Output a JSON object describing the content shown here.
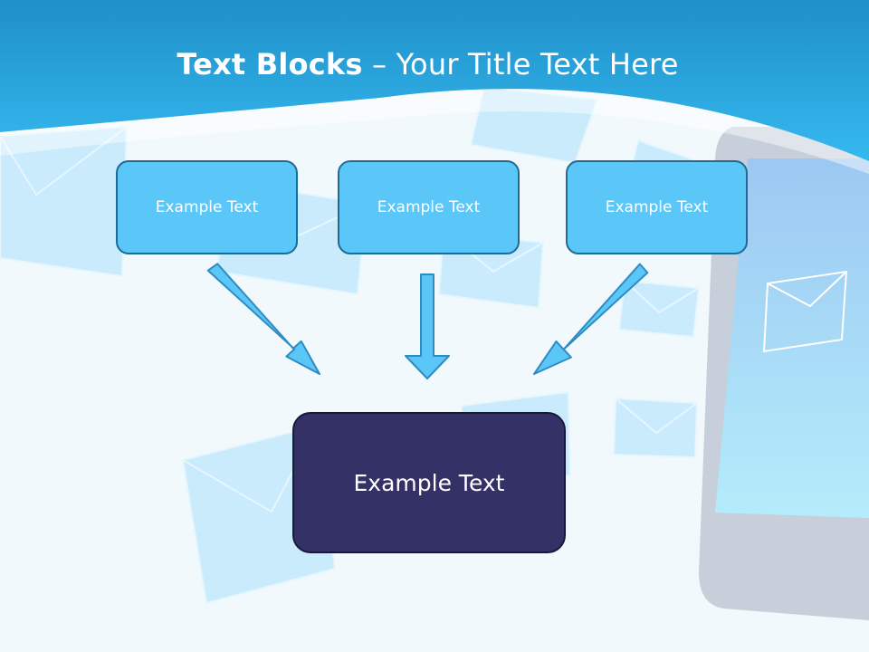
{
  "title": {
    "bold": "Text Blocks",
    "dash": "–",
    "rest": "Your Title Text Here"
  },
  "blocks": [
    {
      "text": "Example Text"
    },
    {
      "text": "Example Text"
    },
    {
      "text": "Example Text"
    }
  ],
  "target": {
    "text": "Example Text"
  },
  "colors": {
    "header": "#2aaee6",
    "block_fill": "#5bc7f8",
    "block_border": "#1f6a96",
    "target_fill": "#333166",
    "arrow_fill": "#5bc7f8"
  }
}
